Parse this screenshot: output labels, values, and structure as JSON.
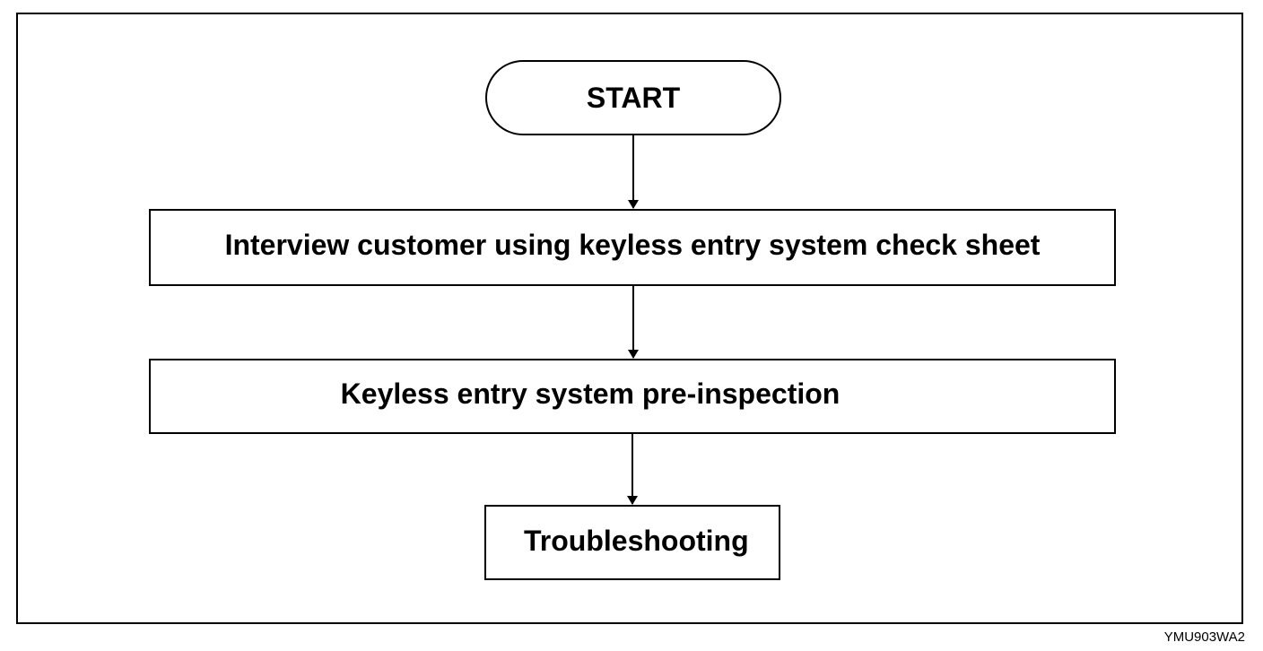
{
  "diagram": {
    "type": "flowchart",
    "nodes": [
      {
        "id": "start",
        "shape": "terminator",
        "label": "START"
      },
      {
        "id": "interview",
        "shape": "process",
        "label": "Interview customer using keyless entry system check sheet"
      },
      {
        "id": "preinspection",
        "shape": "process",
        "label": "Keyless entry system pre-inspection"
      },
      {
        "id": "troubleshooting",
        "shape": "process",
        "label": "Troubleshooting"
      }
    ],
    "edges": [
      {
        "from": "start",
        "to": "interview"
      },
      {
        "from": "interview",
        "to": "preinspection"
      },
      {
        "from": "preinspection",
        "to": "troubleshooting"
      }
    ],
    "figure_code": "YMU903WA2",
    "line_color": "#000000",
    "background_color": "#ffffff"
  }
}
